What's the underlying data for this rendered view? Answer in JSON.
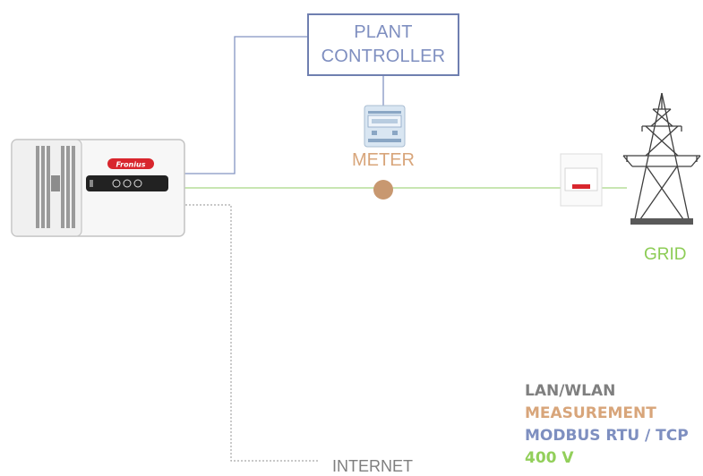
{
  "controller": {
    "line1": "PLANT",
    "line2": "CONTROLLER"
  },
  "inverter": {
    "brand": "Fronius"
  },
  "meter": {
    "label": "METER"
  },
  "grid": {
    "label": "GRID"
  },
  "internet": {
    "label": "INTERNET"
  },
  "legend": [
    {
      "label": "LAN/WLAN",
      "color": "#7f7f7f"
    },
    {
      "label": "MEASUREMENT",
      "color": "#d8a57a"
    },
    {
      "label": "MODBUS RTU / TCP",
      "color": "#7e8fc0"
    },
    {
      "label": "400 V",
      "color": "#92cf5a"
    }
  ],
  "colors": {
    "modbus": "#6f7fb0",
    "power": "#a8d88a",
    "measurement": "#c6906a",
    "lan": "#9a9a9a",
    "controller_text": "#7f8fc0",
    "meter_text": "#d8a57a",
    "grid_text": "#8ccc55",
    "internet_text": "#7f7f7f"
  }
}
